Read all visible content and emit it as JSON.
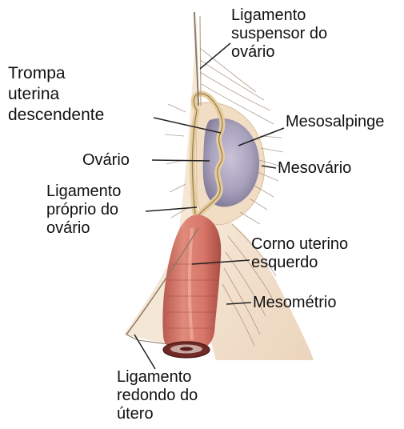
{
  "labels": {
    "ligamento_suspensor": [
      "Ligamento",
      "suspensor do",
      "ovário"
    ],
    "trompa_uterina": [
      "Trompa",
      "uterina",
      "descendente"
    ],
    "mesosalpinge": [
      "Mesosalpinge"
    ],
    "ovario": [
      "Ovário"
    ],
    "mesovario": [
      "Mesovário"
    ],
    "ligamento_proprio": [
      "Ligamento",
      "próprio do",
      "ovário"
    ],
    "corno_uterino": [
      "Corno uterino",
      "esquerdo"
    ],
    "mesometrio": [
      "Mesométrio"
    ],
    "ligamento_redondo": [
      "Ligamento",
      "redondo do",
      "útero"
    ]
  },
  "colors": {
    "ink": "#111111",
    "leader": "#222222",
    "ovary": "#a9a2bd",
    "uterine_horn": "#d9796b",
    "tube": "#e8d3a6",
    "tissue": "#f0dfca",
    "hairline": "#9a7f6a"
  }
}
